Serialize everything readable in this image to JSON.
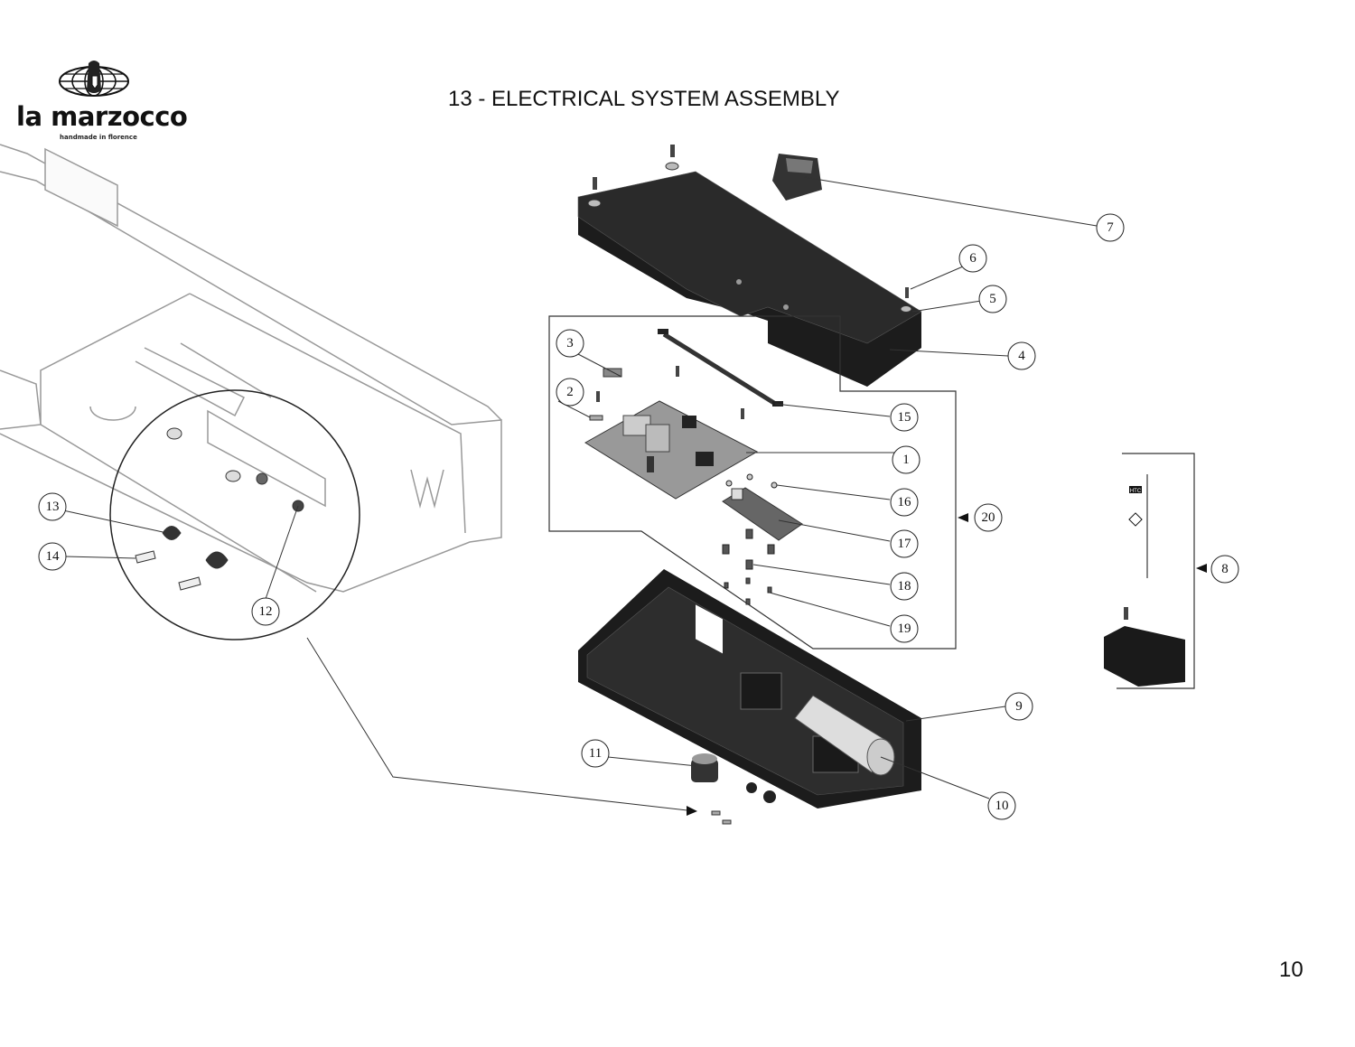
{
  "brand": {
    "name": "la marzocco",
    "tagline": "handmade in florence"
  },
  "title": "13 - ELECTRICAL SYSTEM ASSEMBLY",
  "page_number": "10",
  "callouts": [
    {
      "id": "1",
      "label": "1"
    },
    {
      "id": "2",
      "label": "2"
    },
    {
      "id": "3",
      "label": "3"
    },
    {
      "id": "4",
      "label": "4"
    },
    {
      "id": "5",
      "label": "5"
    },
    {
      "id": "6",
      "label": "6"
    },
    {
      "id": "7",
      "label": "7"
    },
    {
      "id": "8",
      "label": "8"
    },
    {
      "id": "9",
      "label": "9"
    },
    {
      "id": "10",
      "label": "10"
    },
    {
      "id": "11",
      "label": "11"
    },
    {
      "id": "12",
      "label": "12"
    },
    {
      "id": "13",
      "label": "13"
    },
    {
      "id": "14",
      "label": "14"
    },
    {
      "id": "15",
      "label": "15"
    },
    {
      "id": "16",
      "label": "16"
    },
    {
      "id": "17",
      "label": "17"
    },
    {
      "id": "18",
      "label": "18"
    },
    {
      "id": "19",
      "label": "19"
    },
    {
      "id": "20",
      "label": "20"
    }
  ],
  "labels": {
    "relay_brand": "HTC"
  }
}
